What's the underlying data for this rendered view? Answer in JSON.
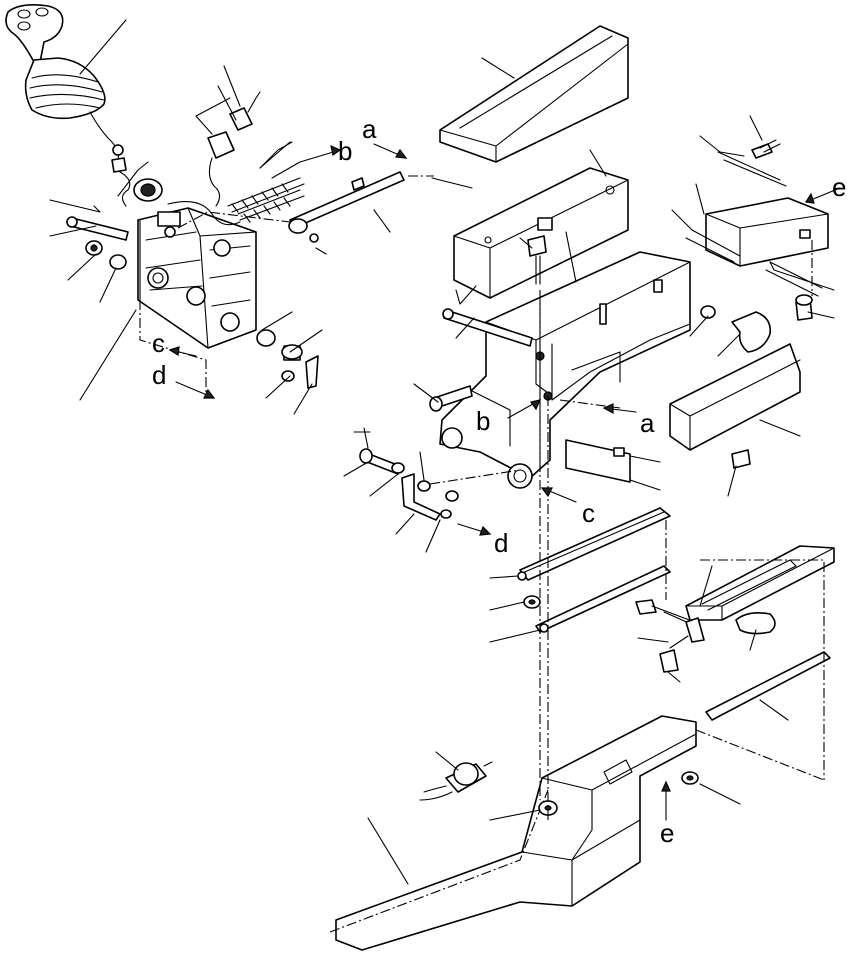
{
  "diagram": {
    "reference_letters": {
      "a_top": "a",
      "a_right": "a",
      "b_top": "b",
      "b_mid": "b",
      "c_left": "c",
      "c_mid": "c",
      "d_left": "d",
      "d_mid": "d",
      "e_top": "e",
      "e_bottom": "e"
    }
  }
}
